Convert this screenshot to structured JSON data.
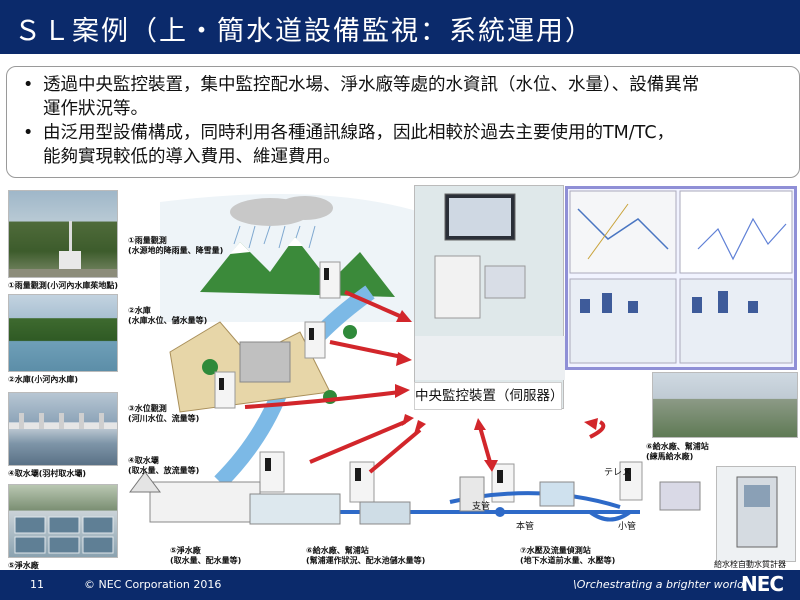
{
  "title": "ＳＬ案例（上・簡水道設備監視：系統運用）",
  "bullets": [
    {
      "marker": "•",
      "line1": "透過中央監控裝置，集中監控配水場、淨水廠等處的水資訊（水位、水量）、設備異常",
      "line2": "運作狀況等。"
    },
    {
      "marker": "•",
      "line1": "由泛用型設備構成，同時利用各種通訊線路，因此相較於過去主要使用的TM/TC，",
      "line2": "能夠實現較低的導入費用、維運費用。"
    }
  ],
  "photos": [
    {
      "caption": "①雨量觀測(小河內水庫茱地點)"
    },
    {
      "caption": "②水庫(小河內水庫)"
    },
    {
      "caption": "④取水壩(羽村取水壩)"
    },
    {
      "caption": "⑤淨水廠"
    }
  ],
  "diagram_labels": {
    "rain": {
      "title": "①雨量觀測",
      "detail": "(水源地的降雨量、降雪量)"
    },
    "dam": {
      "title": "②水庫",
      "detail": "(水庫水位、儲水量等)"
    },
    "level": {
      "title": "③水位觀測",
      "detail": "(河川水位、流量等)"
    },
    "intake": {
      "title": "④取水壩",
      "detail": "(取水量、放流量等)"
    },
    "plant": {
      "title": "⑤淨水廠",
      "detail": "(取水量、配水量等)"
    },
    "supply": {
      "title": "⑥給水廠、幫浦站",
      "detail": "(幫浦運作狀況、配水池儲水量等)"
    },
    "pressure": {
      "title": "⑦水壓及流量偵測站",
      "detail": "(地下水道前水量、水壓等)"
    },
    "right_supply": {
      "title": "⑥給水廠、幫浦站",
      "detail": "(練馬給水廠)"
    },
    "branch": "支管",
    "main_pipe": "本管",
    "small_pipe": "小管",
    "telemeter": "テレメ",
    "water_meter": "給水栓自動水質計器"
  },
  "center": {
    "label": "中央監控裝置（伺服器）"
  },
  "footer": {
    "page": "11",
    "copyright": "© NEC Corporation 2016",
    "tagline": "\\Orchestrating a brighter world",
    "logo": "NEC"
  },
  "colors": {
    "navy": "#0b2a6b",
    "arrow_red": "#d2262b",
    "panel_border": "#8f8fd6"
  }
}
